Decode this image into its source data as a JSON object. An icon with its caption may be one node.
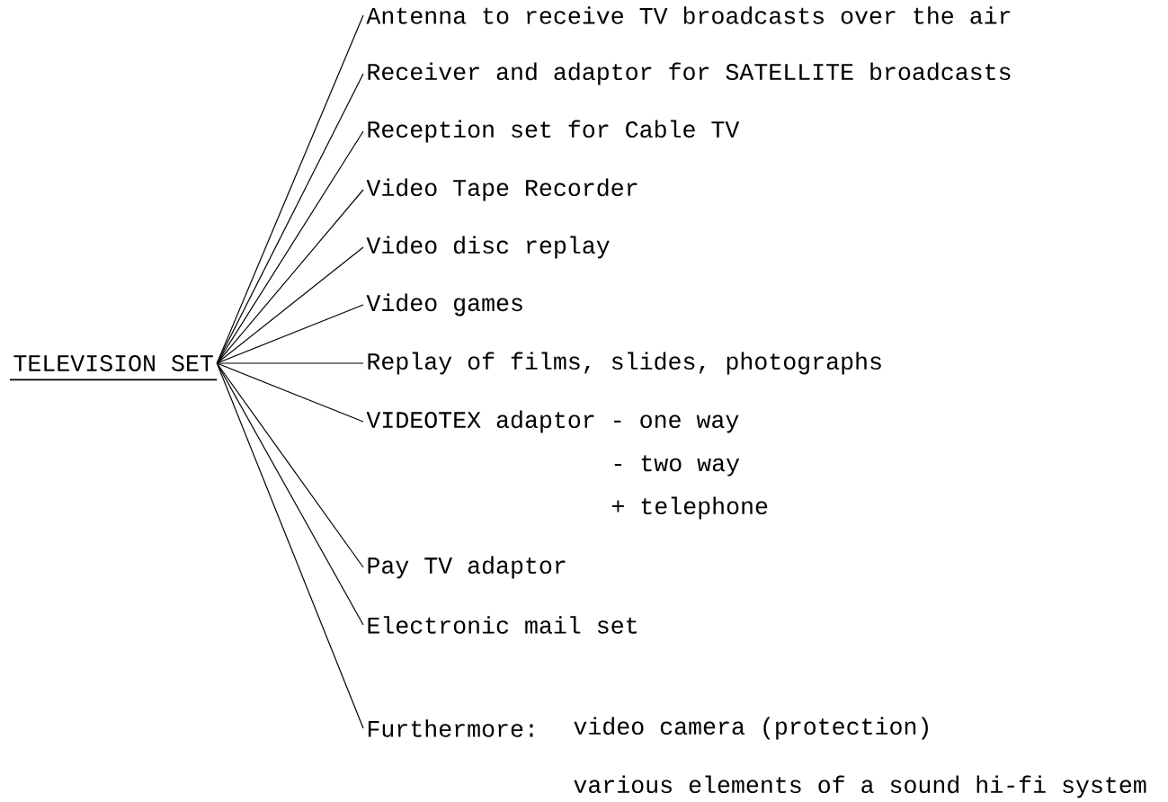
{
  "diagram": {
    "nodes": [
      {
        "text": [
          "TELEVISION SET"
        ]
      },
      {
        "text": [
          "Antenna to receive TV broadcasts over the air"
        ]
      },
      {
        "text": [
          "Receiver and adaptor for SATELLITE broadcasts"
        ]
      },
      {
        "text": [
          "Reception set for Cable TV"
        ]
      },
      {
        "text": [
          "Video Tape Recorder"
        ]
      },
      {
        "text": [
          "Video disc replay"
        ]
      },
      {
        "text": [
          "Video games"
        ]
      },
      {
        "text": [
          "Replay of films, slides, photographs"
        ]
      },
      {
        "text": [
          "VIDEOTEX adaptor - one way",
          "- two way",
          "+ telephone"
        ]
      },
      {
        "text": [
          "Pay TV adaptor"
        ]
      },
      {
        "text": [
          "Electronic mail set"
        ]
      },
      {
        "text": [
          "Furthermore:",
          "video camera (protection)",
          "various elements of a sound hi-fi system"
        ]
      }
    ],
    "edges": [
      {
        "from": 0,
        "to": 1,
        "arrow": "none"
      },
      {
        "from": 0,
        "to": 2,
        "arrow": "none"
      },
      {
        "from": 0,
        "to": 3,
        "arrow": "none"
      },
      {
        "from": 0,
        "to": 4,
        "arrow": "none"
      },
      {
        "from": 0,
        "to": 5,
        "arrow": "none"
      },
      {
        "from": 0,
        "to": 6,
        "arrow": "none"
      },
      {
        "from": 0,
        "to": 7,
        "arrow": "none"
      },
      {
        "from": 0,
        "to": 8,
        "arrow": "none"
      },
      {
        "from": 0,
        "to": 9,
        "arrow": "none"
      },
      {
        "from": 0,
        "to": 10,
        "arrow": "none"
      },
      {
        "from": 0,
        "to": 11,
        "arrow": "none"
      }
    ]
  }
}
